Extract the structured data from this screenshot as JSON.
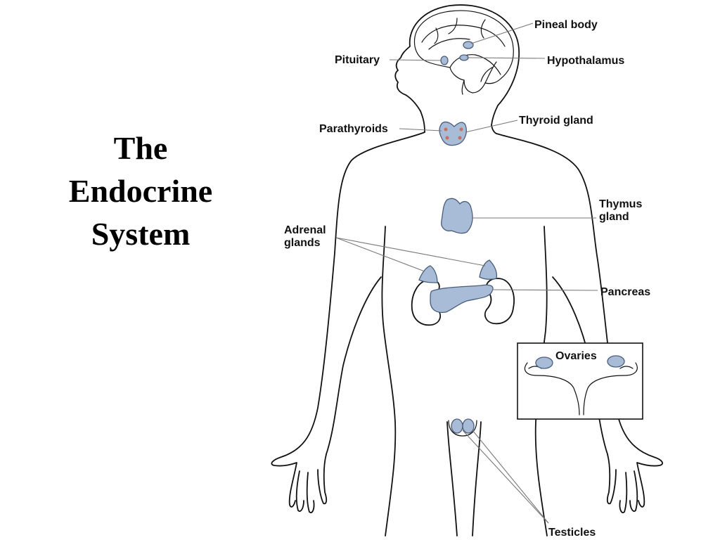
{
  "title": {
    "line1": "The",
    "line2": "Endocrine",
    "line3": "System"
  },
  "labels": {
    "pineal": "Pineal body",
    "pituitary": "Pituitary",
    "hypothalamus": "Hypothalamus",
    "parathyroids": "Parathyroids",
    "thyroid": "Thyroid gland",
    "thymus_1": "Thymus",
    "thymus_2": "gland",
    "adrenal_1": "Adrenal",
    "adrenal_2": "glands",
    "pancreas": "Pancreas",
    "ovaries": "Ovaries",
    "testicles": "Testicles"
  },
  "colors": {
    "gland_fill": "#a8bcd8",
    "gland_stroke": "#4a5d7a",
    "outline": "#111111",
    "leader": "#777777"
  }
}
